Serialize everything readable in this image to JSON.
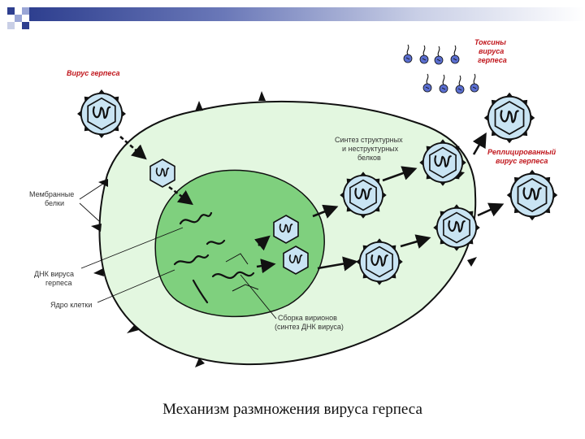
{
  "caption": "Механизм размножения вируса герпеса",
  "labels": {
    "herpes_virus": "Вирус герпеса",
    "toxins_line1": "Токсины",
    "toxins_line2": "вируса",
    "toxins_line3": "герпеса",
    "synthesis_line1": "Синтез структурных",
    "synthesis_line2": "и неструктурных",
    "synthesis_line3": "белков",
    "replicated_line1": "Реплицированный",
    "replicated_line2": "вирус герпеса",
    "membrane_line1": "Мембранные",
    "membrane_line2": "белки",
    "dna_line1": "ДНК вируса",
    "dna_line2": "герпеса",
    "nucleus": "Ядро клетки",
    "assembly_line1": "Сборка вирионов",
    "assembly_line2": "(синтез ДНК вируса)"
  },
  "colors": {
    "cytoplasm": "#e3f7e0",
    "nucleus": "#7fd07e",
    "virion": "#c9e4f3",
    "outline": "#111111",
    "label_red": "#c0161c",
    "toxin": "#5b6fd0",
    "header_bar": "#2e3f8f"
  }
}
